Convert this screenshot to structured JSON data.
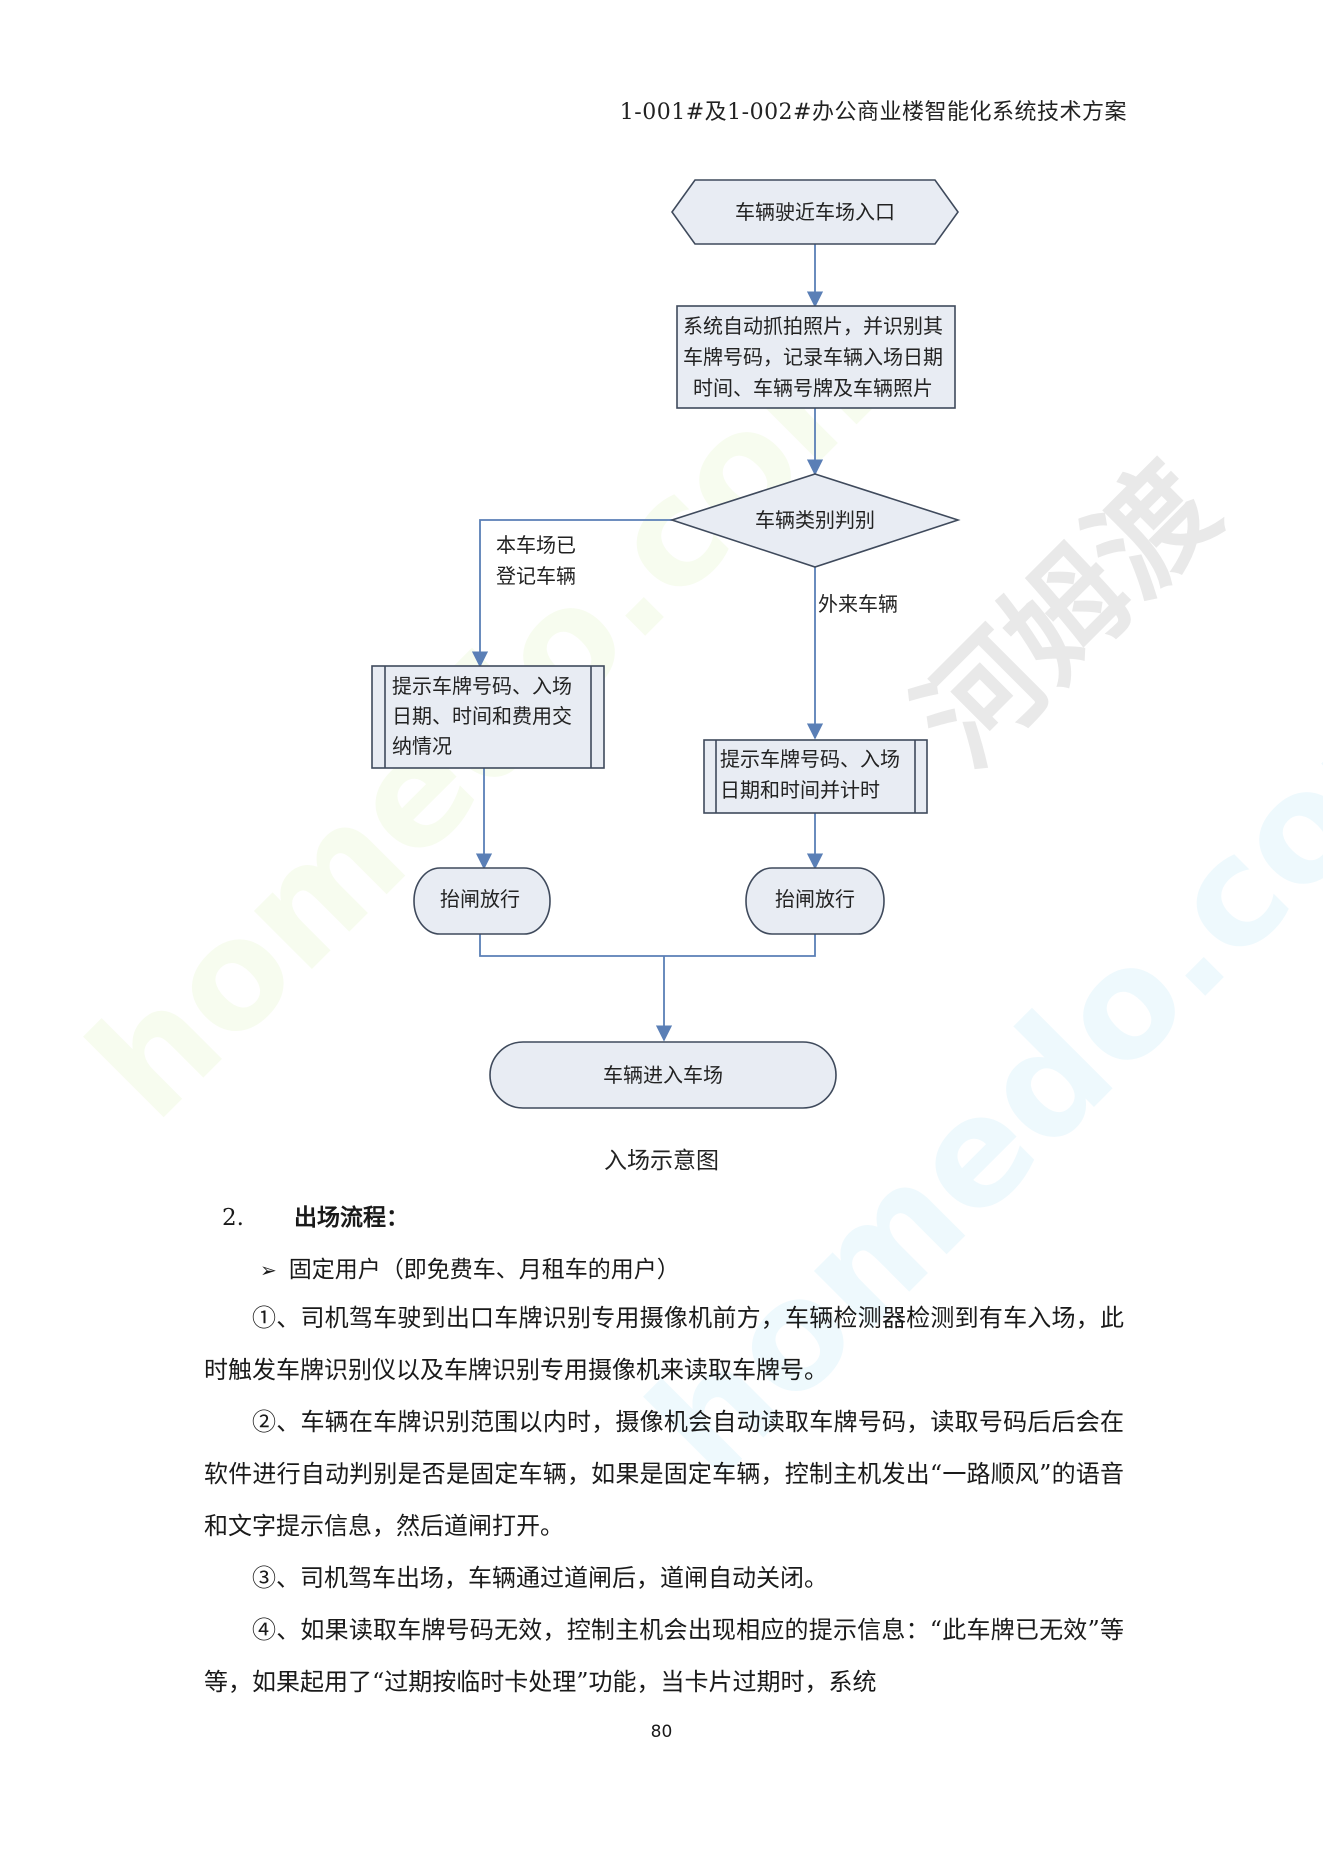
{
  "header": {
    "title": "1-001#及1-002#办公商业楼智能化系统技术方案"
  },
  "watermark": {
    "latin": "homedo.com",
    "chinese": "河姆渡"
  },
  "flowchart": {
    "start": "车辆驶近车场入口",
    "capture": [
      "系统自动抓拍照片，并识别其",
      "车牌号码，记录车辆入场日期",
      "时间、车辆号牌及车辆照片"
    ],
    "decision": "车辆类别判别",
    "branch_registered": [
      "本车场已",
      "登记车辆"
    ],
    "branch_visitor": "外来车辆",
    "registered_prompt": [
      "提示车牌号码、入场",
      "日期、时间和费用交",
      "纳情况"
    ],
    "visitor_prompt": [
      "提示车牌号码、入场",
      "日期和时间并计时"
    ],
    "barrier_left": "抬闸放行",
    "barrier_right": "抬闸放行",
    "end": "车辆进入车场"
  },
  "caption": "入场示意图",
  "section": {
    "number": "2.",
    "title": "出场流程："
  },
  "bullet": {
    "symbol": "➢",
    "text": "固定用户（即免费车、月租车的用户）"
  },
  "paragraphs": [
    "①、司机驾车驶到出口车牌识别专用摄像机前方，车辆检测器检测到有车入场，此时触发车牌识别仪以及车牌识别专用摄像机来读取车牌号。",
    "②、车辆在车牌识别范围以内时，摄像机会自动读取车牌号码，读取号码后后会在软件进行自动判别是否是固定车辆，如果是固定车辆，控制主机发出“一路顺风”的语音和文字提示信息，然后道闸打开。",
    "③、司机驾车出场，车辆通过道闸后，道闸自动关闭。",
    "④、如果读取车牌号码无效，控制主机会出现相应的提示信息：“此车牌已无效”等等，如果起用了“过期按临时卡处理”功能，当卡片过期时，系统"
  ],
  "page_number": "80"
}
